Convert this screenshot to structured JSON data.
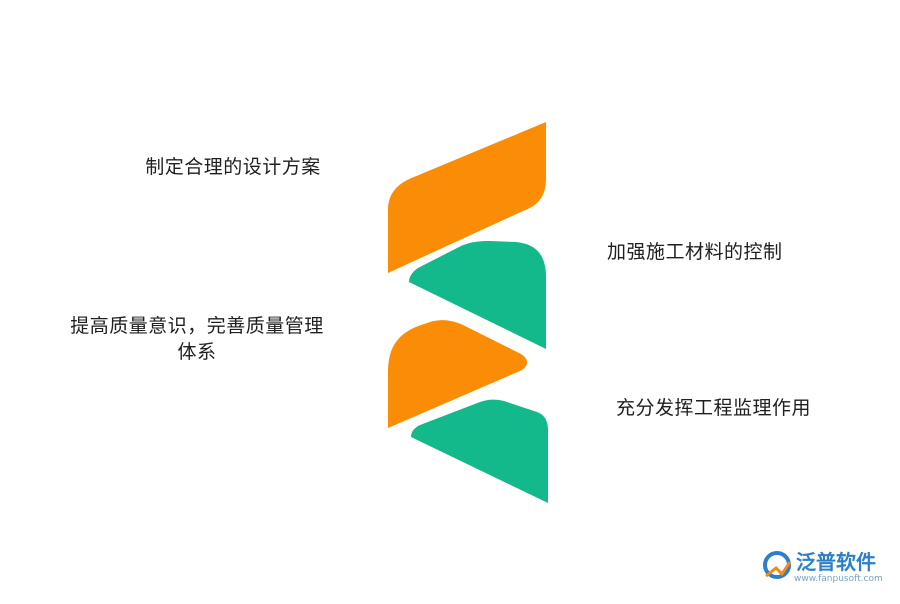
{
  "items": [
    {
      "label": "制定合理的设计方案"
    },
    {
      "label": "加强施工材料的控制"
    },
    {
      "label": "提高质量意识，完善质量管理体系"
    },
    {
      "label": "充分发挥工程监理作用"
    }
  ],
  "colors": {
    "orange": "#FA8C06",
    "green": "#13B88B",
    "text": "#1f1f1f"
  },
  "watermark": {
    "brand": "泛普软件",
    "url": "www.fanpusoft.com"
  }
}
